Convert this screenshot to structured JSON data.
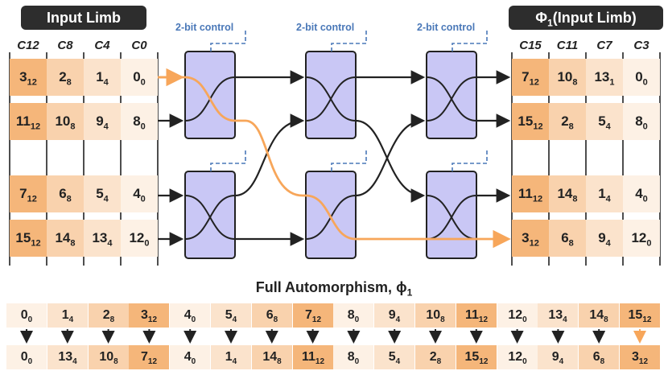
{
  "colors": {
    "w12": "#f5b67a",
    "w8": "#f9d2ad",
    "w4": "#fbe3cc",
    "w0": "#fdf1e5",
    "switch": "#c9c7f5",
    "highlight": "#f7a65a",
    "control": "#4a78b8"
  },
  "left": {
    "title": "Input Limb",
    "headers": [
      "C12",
      "C8",
      "C4",
      "C0"
    ],
    "rows": [
      [
        {
          "v": "3",
          "s": "12"
        },
        {
          "v": "2",
          "s": "8"
        },
        {
          "v": "1",
          "s": "4"
        },
        {
          "v": "0",
          "s": "0"
        }
      ],
      [
        {
          "v": "11",
          "s": "12"
        },
        {
          "v": "10",
          "s": "8"
        },
        {
          "v": "9",
          "s": "4"
        },
        {
          "v": "8",
          "s": "0"
        }
      ],
      [
        {
          "v": "7",
          "s": "12"
        },
        {
          "v": "6",
          "s": "8"
        },
        {
          "v": "5",
          "s": "4"
        },
        {
          "v": "4",
          "s": "0"
        }
      ],
      [
        {
          "v": "15",
          "s": "12"
        },
        {
          "v": "14",
          "s": "8"
        },
        {
          "v": "13",
          "s": "4"
        },
        {
          "v": "12",
          "s": "0"
        }
      ]
    ]
  },
  "right": {
    "title_phi": "Φ",
    "title_sub": "1",
    "title_rest": "(Input Limb)",
    "headers": [
      "C15",
      "C11",
      "C7",
      "C3"
    ],
    "rows": [
      [
        {
          "v": "7",
          "s": "12"
        },
        {
          "v": "10",
          "s": "8"
        },
        {
          "v": "13",
          "s": "1"
        },
        {
          "v": "0",
          "s": "0"
        }
      ],
      [
        {
          "v": "15",
          "s": "12"
        },
        {
          "v": "2",
          "s": "8"
        },
        {
          "v": "5",
          "s": "4"
        },
        {
          "v": "8",
          "s": "0"
        }
      ],
      [
        {
          "v": "11",
          "s": "12"
        },
        {
          "v": "14",
          "s": "8"
        },
        {
          "v": "1",
          "s": "4"
        },
        {
          "v": "4",
          "s": "0"
        }
      ],
      [
        {
          "v": "3",
          "s": "12"
        },
        {
          "v": "6",
          "s": "8"
        },
        {
          "v": "9",
          "s": "4"
        },
        {
          "v": "12",
          "s": "0"
        }
      ]
    ]
  },
  "control_label": "2-bit control",
  "full_title_text": "Full Automorphism, ",
  "full_title_phi": "ϕ",
  "full_title_sub": "1",
  "full_top": [
    {
      "v": "0",
      "s": "0"
    },
    {
      "v": "1",
      "s": "4"
    },
    {
      "v": "2",
      "s": "8"
    },
    {
      "v": "3",
      "s": "12"
    },
    {
      "v": "4",
      "s": "0"
    },
    {
      "v": "5",
      "s": "4"
    },
    {
      "v": "6",
      "s": "8"
    },
    {
      "v": "7",
      "s": "12"
    },
    {
      "v": "8",
      "s": "0"
    },
    {
      "v": "9",
      "s": "4"
    },
    {
      "v": "10",
      "s": "8"
    },
    {
      "v": "11",
      "s": "12"
    },
    {
      "v": "12",
      "s": "0"
    },
    {
      "v": "13",
      "s": "4"
    },
    {
      "v": "14",
      "s": "8"
    },
    {
      "v": "15",
      "s": "12"
    }
  ],
  "full_bottom": [
    {
      "v": "0",
      "s": "0"
    },
    {
      "v": "13",
      "s": "4"
    },
    {
      "v": "10",
      "s": "8"
    },
    {
      "v": "7",
      "s": "12"
    },
    {
      "v": "4",
      "s": "0"
    },
    {
      "v": "1",
      "s": "4"
    },
    {
      "v": "14",
      "s": "8"
    },
    {
      "v": "11",
      "s": "12"
    },
    {
      "v": "8",
      "s": "0"
    },
    {
      "v": "5",
      "s": "4"
    },
    {
      "v": "2",
      "s": "8"
    },
    {
      "v": "15",
      "s": "12"
    },
    {
      "v": "12",
      "s": "0"
    },
    {
      "v": "9",
      "s": "4"
    },
    {
      "v": "6",
      "s": "8"
    },
    {
      "v": "3",
      "s": "12"
    }
  ]
}
